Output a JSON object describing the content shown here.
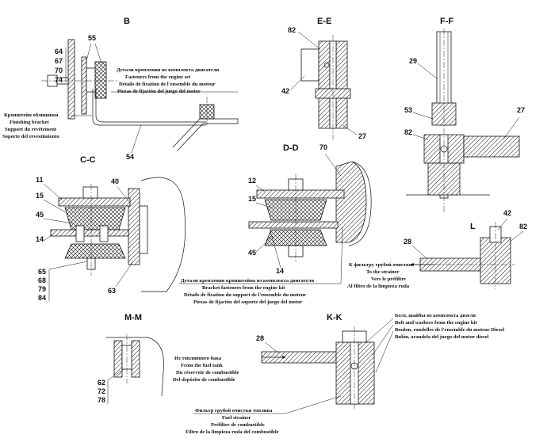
{
  "sections": {
    "b": "B",
    "ee": "E-E",
    "ff": "F-F",
    "cc": "C-C",
    "dd": "D-D",
    "l": "L",
    "mm": "M-M",
    "kk": "K-K"
  },
  "callouts": {
    "b": {
      "n55": "55",
      "n64": "64",
      "n67": "67",
      "n70": "70",
      "n74": "74",
      "n54": "54"
    },
    "ee": {
      "n82": "82",
      "n42": "42",
      "n27": "27"
    },
    "ff": {
      "n29": "29",
      "n53": "53",
      "n82": "82",
      "n27": "27"
    },
    "cc": {
      "n11": "11",
      "n15": "15",
      "n45": "45",
      "n14": "14",
      "n40": "40",
      "n65": "65",
      "n68": "68",
      "n79": "79",
      "n84": "84",
      "n63": "63"
    },
    "dd": {
      "n70": "70",
      "n12": "12",
      "n15": "15",
      "n45": "45",
      "n14": "14"
    },
    "l": {
      "n42": "42",
      "n82": "82",
      "n28": "28"
    },
    "mm": {
      "n62": "62",
      "n72": "72",
      "n78": "78"
    },
    "kk": {
      "n28": "28"
    }
  },
  "captions": {
    "engine_set": [
      "Детали крепления из комплекта двигателя",
      "Fasteners from the engine set",
      "Détails de fixation de l'ensemble du moteur",
      "Piezas de fijación del juego del motor"
    ],
    "finishing_bracket": [
      "Кронштейн облицовки",
      "Finishing bracket",
      "Support du revêtement",
      "Soporte del revestimiento"
    ],
    "bracket_fasteners": [
      "Детали крепления кронштейна из комплекта двигателя",
      "Bracket fasteners from the engine kit",
      "Détails de fixation du support de l'ensemble du moteur",
      "Piezas de fijación del soporte del juego del motor"
    ],
    "to_strainer": [
      "К фильтру грубой очистки",
      "To the strainer",
      "Vers le préfiltre",
      "Al filtro de la limpieza ruda"
    ],
    "bolt_washers": [
      "Болт, шайбы из комплекта дизеля",
      "Bolt and washers from the engine kit",
      "Boulon, rondelles de l'ensemble du moteur Diesel",
      "Bulón, arandela del juego del motor diesel"
    ],
    "fuel_tank": [
      "Из топливного бака",
      "From the fuel tank",
      "Du réservoir de combustible",
      "Del depósito de combustible"
    ],
    "fuel_strainer": [
      "Фильтр грубой очистки топлива",
      "Fuel strainer",
      "Préfiltre de combustible",
      "Filtro de la limpieza ruda del combustible"
    ]
  }
}
